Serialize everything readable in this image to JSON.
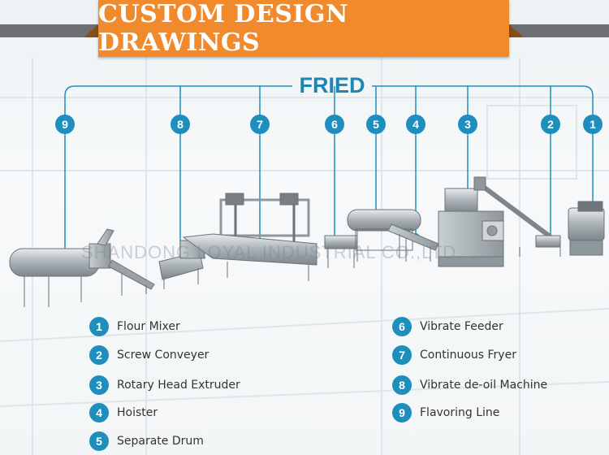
{
  "banner": {
    "title": "CUSTOM DESIGN DRAWINGS"
  },
  "section": {
    "label": "FRIED"
  },
  "watermark": {
    "text": "SHANDONG LOYAL INDUSTRIAL CO.,LTD."
  },
  "callouts": [
    "9",
    "8",
    "7",
    "6",
    "5",
    "4",
    "3",
    "2",
    "1"
  ],
  "legend": [
    {
      "num": "1",
      "label": "Flour Mixer"
    },
    {
      "num": "2",
      "label": "Screw Conveyer"
    },
    {
      "num": "3",
      "label": "Rotary Head Extruder"
    },
    {
      "num": "4",
      "label": "Hoister"
    },
    {
      "num": "5",
      "label": "Separate Drum"
    },
    {
      "num": "6",
      "label": "Vibrate Feeder"
    },
    {
      "num": "7",
      "label": "Continuous Fryer"
    },
    {
      "num": "8",
      "label": "Vibrate de-oil Machine"
    },
    {
      "num": "9",
      "label": "Flavoring Line"
    }
  ],
  "colors": {
    "banner": "#f08a2c",
    "accent": "#1e8fbd",
    "topbar": "#6d6f72"
  }
}
